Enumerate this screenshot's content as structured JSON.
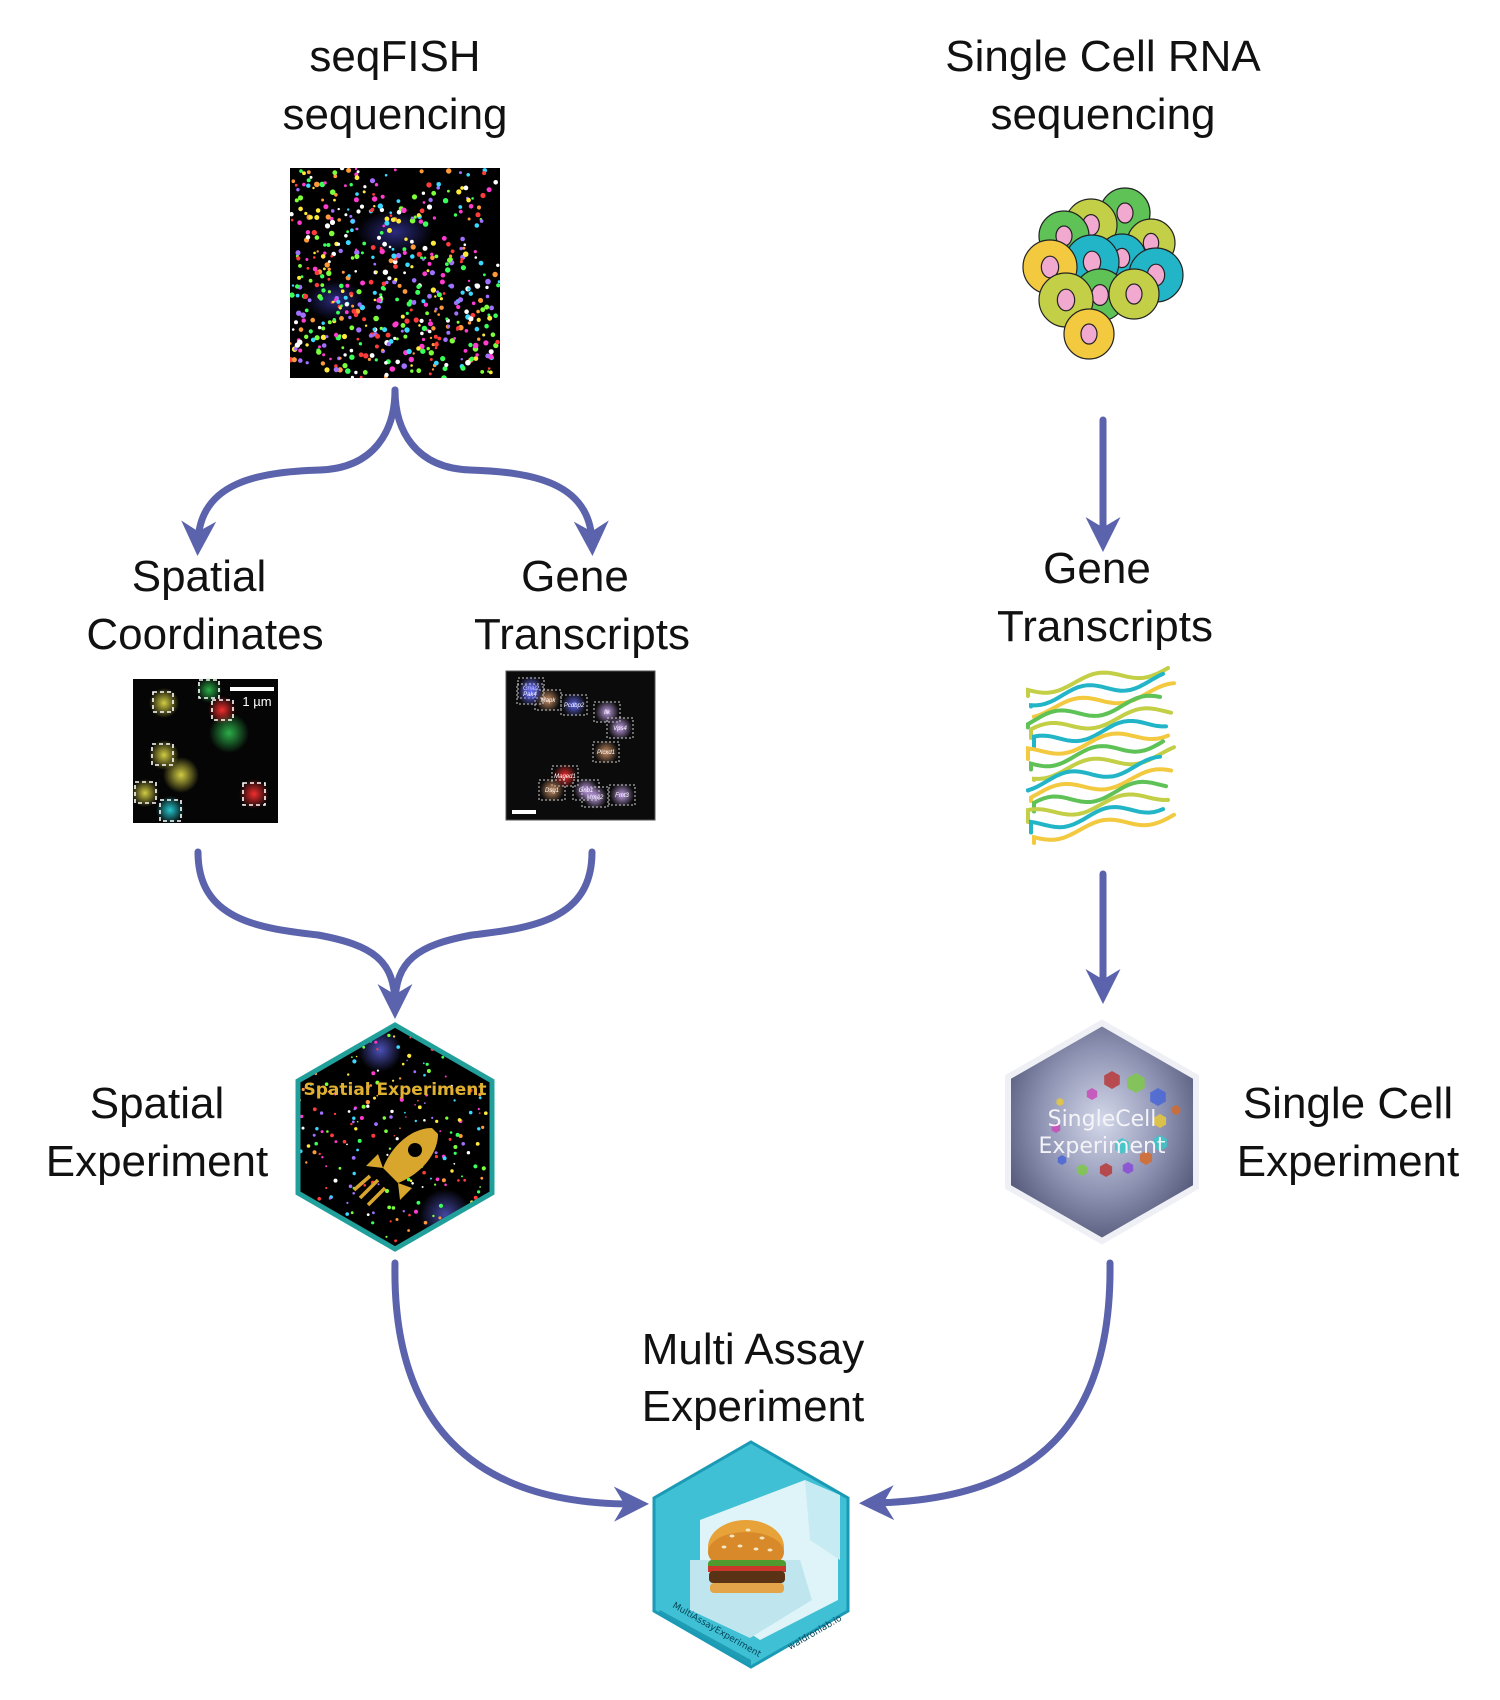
{
  "labels": {
    "seqfish": [
      "seqFISH",
      "sequencing"
    ],
    "scrna": [
      "Single Cell RNA",
      "sequencing"
    ],
    "spatial_coords": [
      "Spatial",
      "Coordinates"
    ],
    "gene_transcripts_left": [
      "Gene",
      "Transcripts"
    ],
    "gene_transcripts_right": [
      "Gene",
      "Transcripts"
    ],
    "spatial_experiment": [
      "Spatial",
      "Experiment"
    ],
    "single_cell_experiment": [
      "Single Cell",
      "Experiment"
    ],
    "multi_assay": [
      "Multi Assay",
      "Experiment"
    ]
  },
  "logos": {
    "spatial_experiment": {
      "text": "Spatial Experiment"
    },
    "single_cell_experiment": {
      "line1": "SingleCell",
      "line2": "Experiment"
    },
    "multi_assay": {
      "text": "MultiAssayExperiment",
      "url": "waldronlab.io"
    }
  },
  "scale_bar": "1 µm",
  "gene_tags": [
    "Gnai2",
    "Mapk",
    "Pcdbp2",
    "Ilk",
    "Vps4",
    "Plcxd1",
    "Maged1",
    "Dsg1",
    "Mma2",
    "Fmt3",
    "Pak4",
    "Gnb1"
  ],
  "colors": {
    "arrow": "#5a63ab",
    "spatial_hex_border": "#21a09b",
    "sce_hex": "#6c7293",
    "mae_hex": "#2fb5cc",
    "cell_green": "#5ec257",
    "cell_lime": "#c3cf47",
    "cell_yellow": "#f2c93f",
    "cell_teal": "#22b5c7",
    "cell_nucleus": "#f2a9d0"
  }
}
